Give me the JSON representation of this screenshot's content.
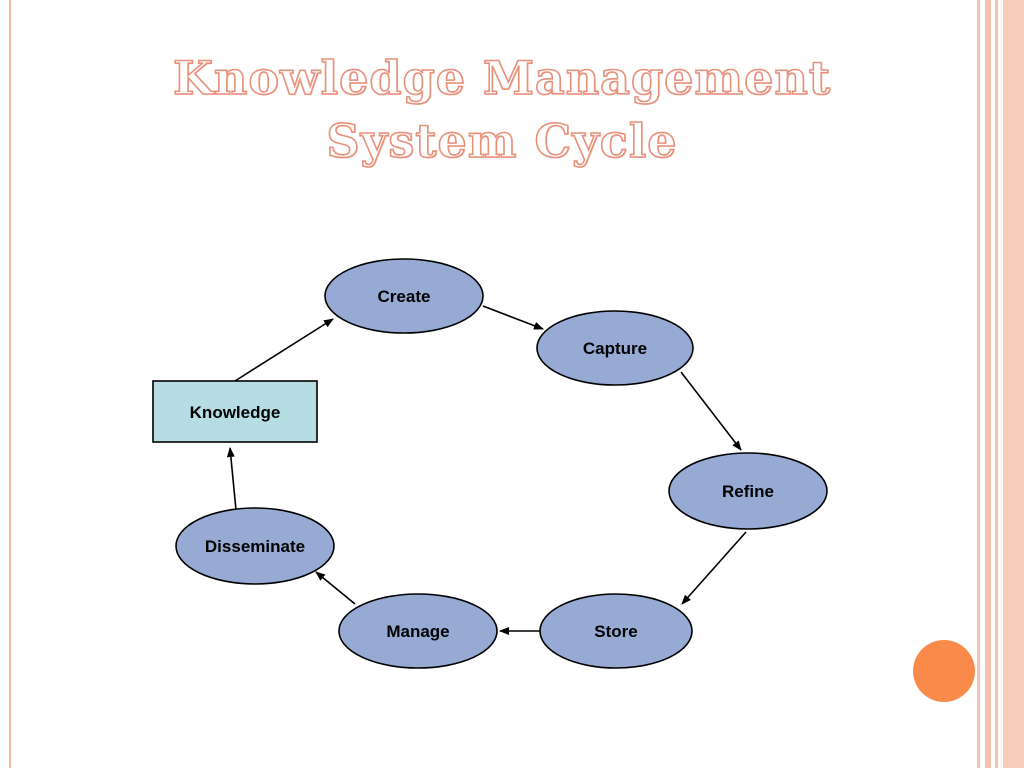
{
  "slide": {
    "title_line1": "Knowledge Management",
    "title_line2": "System Cycle"
  },
  "diagram": {
    "nodes": {
      "knowledge": "Knowledge",
      "create": "Create",
      "capture": "Capture",
      "refine": "Refine",
      "store": "Store",
      "manage": "Manage",
      "disseminate": "Disseminate"
    }
  },
  "colors": {
    "title_outline": "#e8907a",
    "ellipse_fill": "#97aad4",
    "box_fill": "#b5dde3",
    "accent_dot": "#f98a4a",
    "border": "#f3b9a3"
  }
}
